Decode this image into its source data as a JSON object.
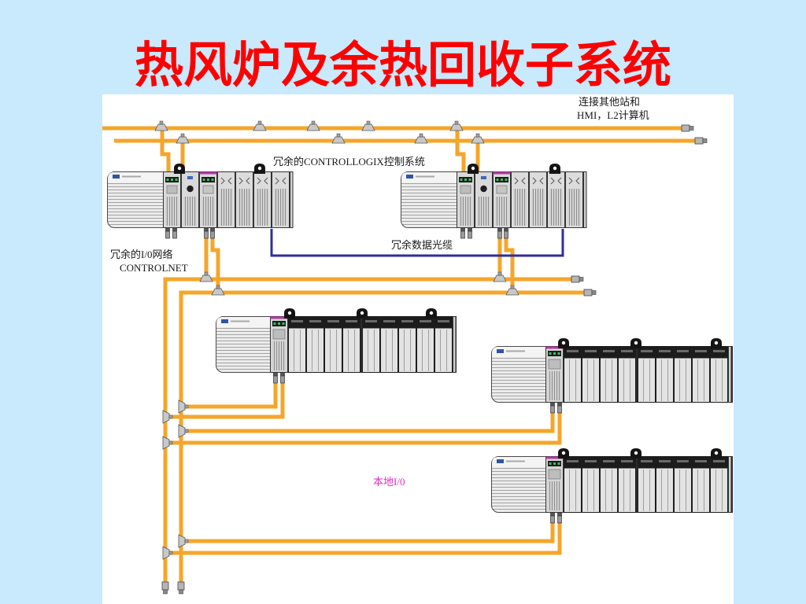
{
  "slide": {
    "title": "热风炉及余热回收子系统"
  },
  "diagram": {
    "labels": {
      "external_link_line1": "连接其他站和",
      "external_link_line2": "HMI，L2计算机",
      "redundant_controllers": "冗余的CONTROLLOGIX控制系统",
      "io_network_line1": "冗余的I/0网络",
      "io_network_line2": "CONTROLNET",
      "redundant_fiber": "冗余数据光缆",
      "local_io": "本地I/0"
    }
  },
  "colors": {
    "background": "#c9e9fc",
    "title": "#ff0000",
    "diagram_panel": "#ffffff",
    "network_cable": "#f6a52a",
    "fiber_cable": "#2e2e9c",
    "local_io_label": "#e02cc6",
    "label_text": "#1a1a1a"
  },
  "icons": {
    "power_supply": "power-supply-icon",
    "controller_module": "controller-module-icon",
    "key_switch_module": "key-switch-module-icon",
    "bridge_module": "controlnet-bridge-module-icon",
    "io_module": "io-module-icon",
    "adapter_module": "adapter-module-icon",
    "mounting_tab": "mounting-tab-icon",
    "bnc_connector": "bnc-connector-icon",
    "tee_connector": "tee-connector-icon",
    "terminator": "terminator-icon"
  }
}
